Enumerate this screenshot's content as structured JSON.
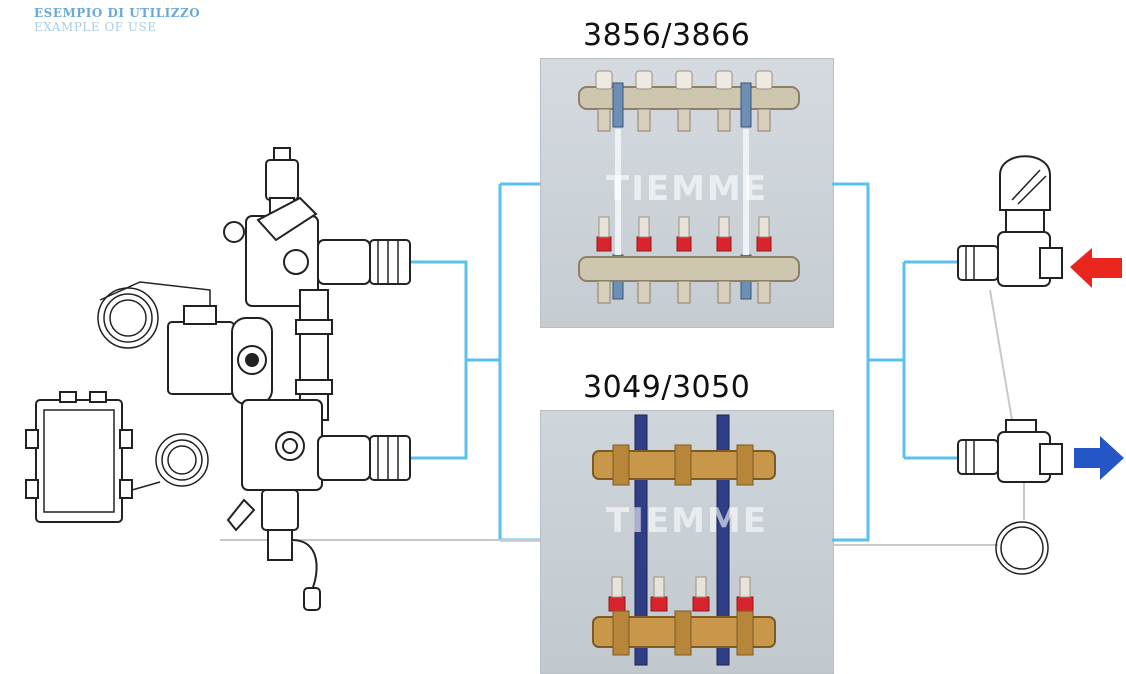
{
  "caption": {
    "line1": "ESEMPIO DI UTILIZZO",
    "line2": "EXAMPLE OF USE"
  },
  "manifold_top": {
    "model": "3856/3866",
    "watermark": "TIEMME"
  },
  "manifold_bottom": {
    "model": "3049/3050",
    "watermark": "TIEMME"
  },
  "colors": {
    "pipe": "#5bc0eb",
    "flow_in_arrow": "#e8261d",
    "flow_out_arrow": "#2457c5",
    "valve_red": "#d9232d",
    "brass": "#c8974a"
  },
  "icons": [
    "mixing-group-icon",
    "pump-icon",
    "control-box-icon",
    "capillary-coil-icon",
    "thermostatic-actuator-icon",
    "valve-icon",
    "sensor-coil-icon",
    "arrow-left-icon",
    "arrow-right-icon"
  ]
}
